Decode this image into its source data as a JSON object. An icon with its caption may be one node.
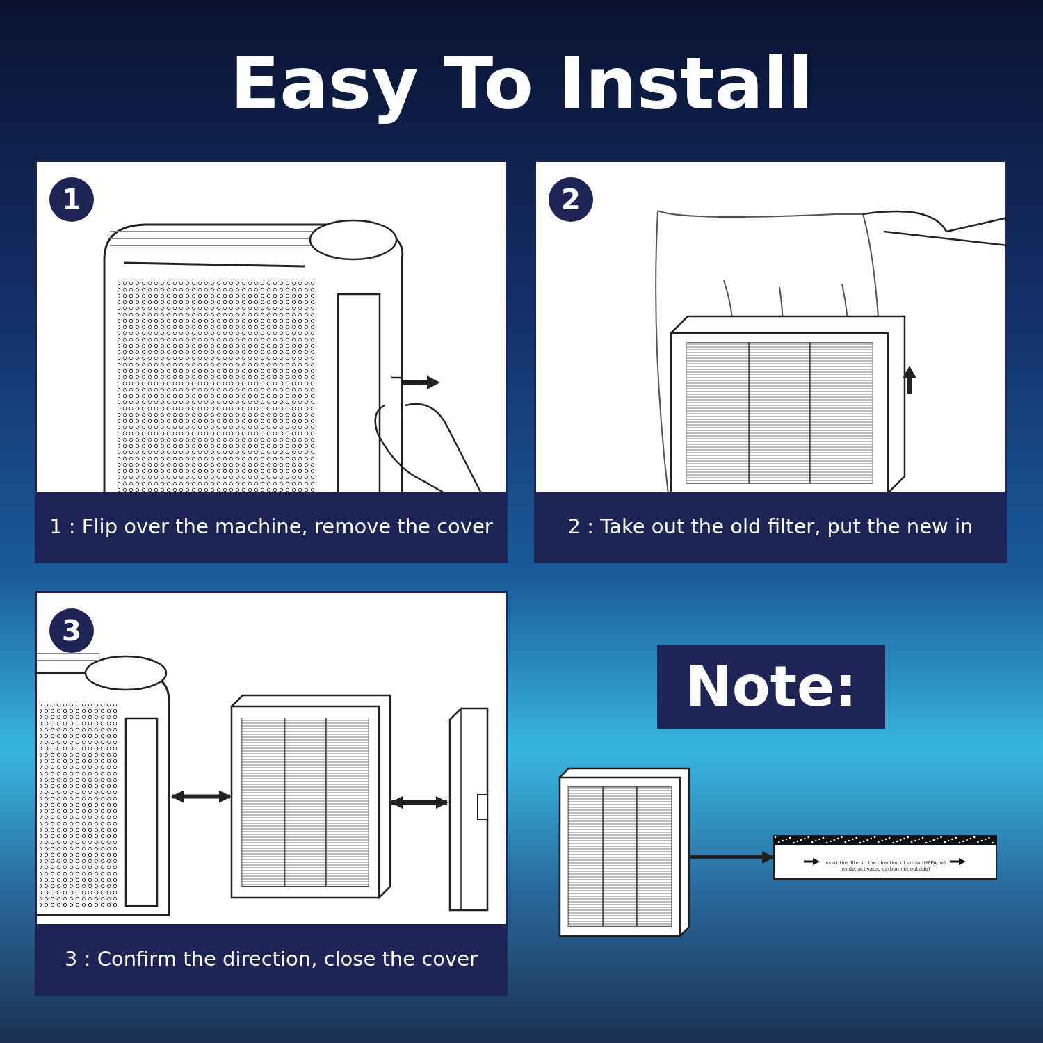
{
  "diagram": {
    "title": "Easy To Install",
    "nodes": [
      {
        "text": [
          "1",
          "1 : Flip over the machine, remove the cover"
        ]
      },
      {
        "text": [
          "2",
          "2 : Take out the old filter, put the new in"
        ]
      },
      {
        "text": [
          "3",
          "3 : Confirm the direction, close the cover"
        ]
      },
      {
        "text": [],
        "shape": "picture",
        "in": 2
      },
      {
        "text": [],
        "shape": "picture",
        "in": 2
      },
      {
        "text": [],
        "shape": "picture",
        "in": 2
      },
      {
        "text": [
          "Note:"
        ]
      },
      {
        "text": [],
        "shape": "picture"
      },
      {
        "text": [
          "Insert the filter in the direction of arrow (HEPA net inside, activated carbon net outside)"
        ]
      }
    ],
    "edges": [
      {
        "from": 3,
        "to": 4,
        "arrow": "both"
      },
      {
        "from": 4,
        "to": 5,
        "arrow": "both"
      },
      {
        "from": 7,
        "to": 8,
        "arrow": "to"
      }
    ]
  }
}
